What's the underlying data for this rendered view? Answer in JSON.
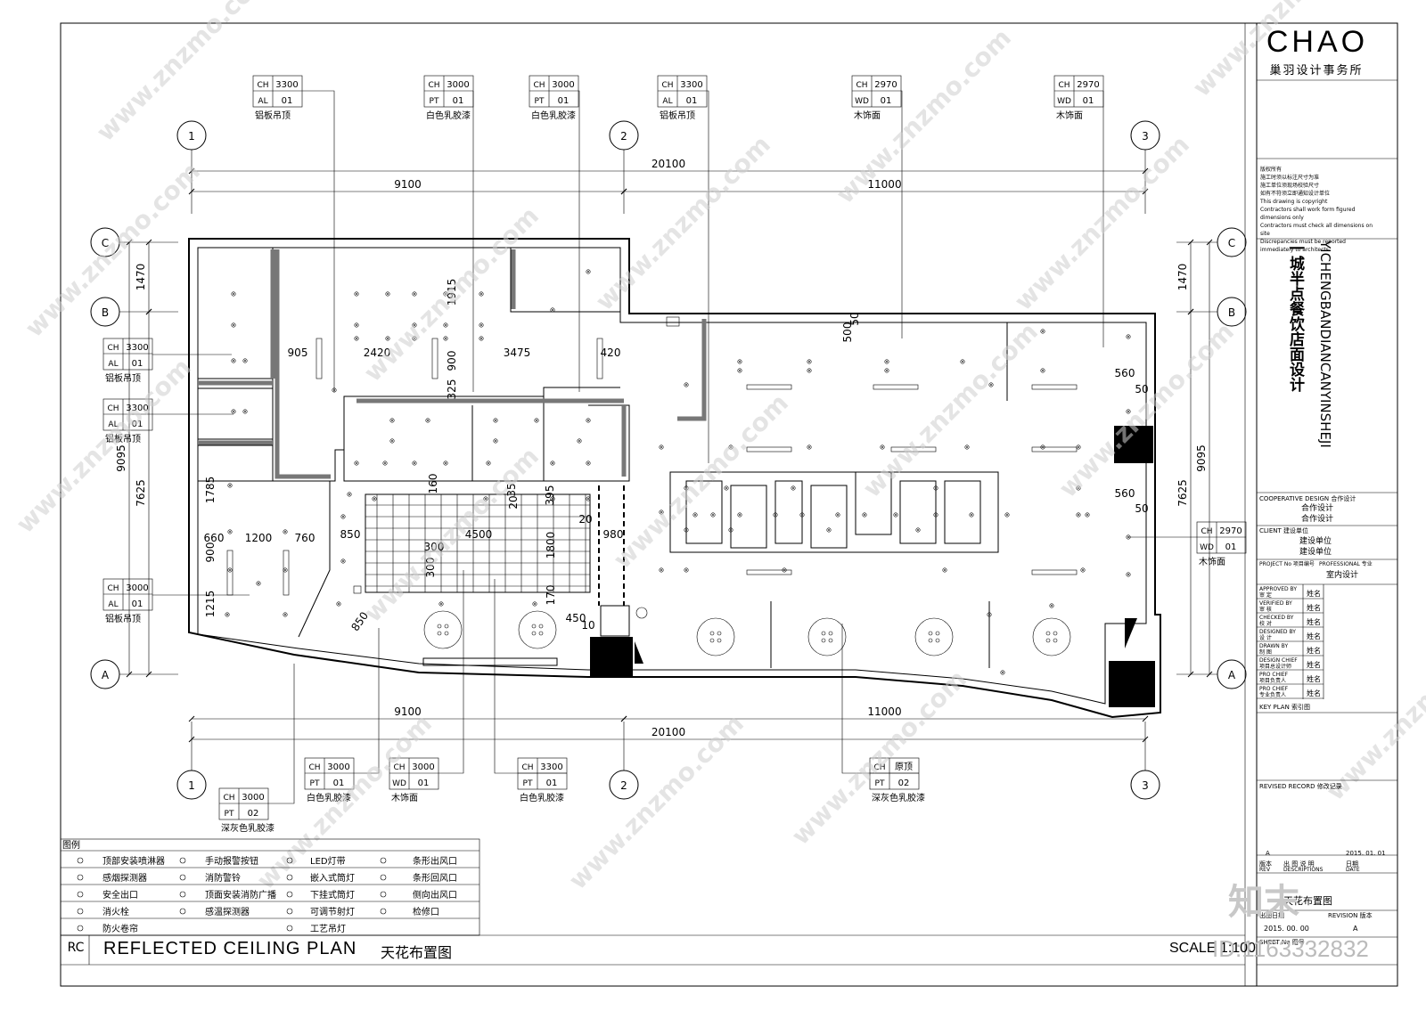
{
  "brand": {
    "name": "CHAO",
    "subtitle": "巢羽设计事务所"
  },
  "project": {
    "title_cn": "一城半点餐饮店面设计",
    "title_en": "YICHENGBANDIANCANYINSHEJI"
  },
  "notes": [
    "版权所有",
    "施工时须以标注尺寸为准",
    "施工单位须现场校验尺寸",
    "如有不符须立即通知设计单位",
    "This drawing is copyright",
    "Contractors shall work form figured dimensions only",
    "Contractors must check all dimensions on site",
    "Discrepancies must be reported immediately to architects"
  ],
  "title_block": {
    "cooperative": {
      "label": "COOPERATIVE DESIGN 合作设计",
      "v1": "合作设计",
      "v2": "合作设计"
    },
    "client": {
      "label": "CLIENT 建设单位",
      "v1": "建设单位",
      "v2": "建设单位"
    },
    "project_no": {
      "label1": "PROJECT No 项目编号",
      "label2": "PROFESSIONAL 专业",
      "value": "室内设计"
    },
    "roles": [
      {
        "en": "APPROVED BY",
        "cn": "审 定",
        "name": "姓名"
      },
      {
        "en": "VERIFIED BY",
        "cn": "审 核",
        "name": "姓名"
      },
      {
        "en": "CHECKED BY",
        "cn": "校 对",
        "name": "姓名"
      },
      {
        "en": "DESIGNED BY",
        "cn": "设 计",
        "name": "姓名"
      },
      {
        "en": "DRAWN BY",
        "cn": "制 图",
        "name": "姓名"
      },
      {
        "en": "DESIGN CHIEF",
        "cn": "项目总设计师",
        "name": "姓名"
      },
      {
        "en": "PRO CHIEF",
        "cn": "项目负责人",
        "name": "姓名"
      },
      {
        "en": "PRO CHIEF",
        "cn": "专业负责人",
        "name": "姓名"
      }
    ],
    "key_plan": "KEY PLAN 索引图",
    "revised": "REVISED RECORD 修改记录",
    "rev_value": "A",
    "rev_date": "2015. 01. 01",
    "rev_labels": [
      "版本",
      "REV",
      "出 图 说 明",
      "DESCRIPTIONS",
      "日期",
      "DATE"
    ],
    "sheet_title": "天花布置图",
    "issue_date_label": "出图日期",
    "revision_label": "REVISION 版本",
    "issue_date": "2015. 00. 00",
    "revision": "A",
    "sheet_no_label": "SHEET No 图号"
  },
  "plan": {
    "badge": "RC",
    "title_en": "REFLECTED CEILING PLAN",
    "title_cn": "天花布置图",
    "scale": "SCALE 1:100",
    "watermark": "www.znzmo.com",
    "id_text": "ID:1163332832",
    "logo_text": "知末",
    "axis_top": [
      "1",
      "2",
      "3"
    ],
    "axis_side": [
      "C",
      "B",
      "A"
    ],
    "dims_top": [
      "20100",
      "9100",
      "11000"
    ],
    "dims_bottom": [
      "9100",
      "11000",
      "20100"
    ],
    "dims_left": [
      "1470",
      "9095",
      "7625"
    ],
    "dims_right": [
      "1470",
      "9095",
      "7625"
    ],
    "inner_dims": [
      "905",
      "2420",
      "3475",
      "420",
      "1915",
      "900",
      "325",
      "500",
      "50",
      "560",
      "50",
      "560",
      "50",
      "1785",
      "660",
      "1200",
      "760",
      "900",
      "1215",
      "850",
      "4500",
      "300",
      "300",
      "1800",
      "160",
      "35",
      "20",
      "395",
      "20",
      "980",
      "170",
      "450",
      "10",
      "850"
    ],
    "tags_top": [
      {
        "r1": "CH",
        "v1": "3300",
        "r2": "AL",
        "v2": "01",
        "label": "铝板吊顶"
      },
      {
        "r1": "CH",
        "v1": "3000",
        "r2": "PT",
        "v2": "01",
        "label": "白色乳胶漆"
      },
      {
        "r1": "CH",
        "v1": "3000",
        "r2": "PT",
        "v2": "01",
        "label": "白色乳胶漆"
      },
      {
        "r1": "CH",
        "v1": "3300",
        "r2": "AL",
        "v2": "01",
        "label": "铝板吊顶"
      },
      {
        "r1": "CH",
        "v1": "2970",
        "r2": "WD",
        "v2": "01",
        "label": "木饰面"
      },
      {
        "r1": "CH",
        "v1": "2970",
        "r2": "WD",
        "v2": "01",
        "label": "木饰面"
      }
    ],
    "tags_left": [
      {
        "r1": "CH",
        "v1": "3300",
        "r2": "AL",
        "v2": "01",
        "label": "铝板吊顶"
      },
      {
        "r1": "CH",
        "v1": "3300",
        "r2": "AL",
        "v2": "01",
        "label": "铝板吊顶"
      },
      {
        "r1": "CH",
        "v1": "3000",
        "r2": "AL",
        "v2": "01",
        "label": "铝板吊顶"
      }
    ],
    "tag_right": {
      "r1": "CH",
      "v1": "2970",
      "r2": "WD",
      "v2": "01",
      "label": "木饰面"
    },
    "tags_bottom": [
      {
        "r1": "CH",
        "v1": "3000",
        "r2": "PT",
        "v2": "02",
        "label": "深灰色乳胶漆"
      },
      {
        "r1": "CH",
        "v1": "3000",
        "r2": "PT",
        "v2": "01",
        "label": "白色乳胶漆"
      },
      {
        "r1": "CH",
        "v1": "3000",
        "r2": "WD",
        "v2": "01",
        "label": "木饰面"
      },
      {
        "r1": "CH",
        "v1": "3300",
        "r2": "PT",
        "v2": "01",
        "label": "白色乳胶漆"
      },
      {
        "r1": "CH",
        "v1": "原顶",
        "r2": "PT",
        "v2": "02",
        "label": "深灰色乳胶漆"
      }
    ]
  },
  "legend": {
    "title": "图例",
    "col1": [
      "顶部安装喷淋器",
      "感烟探测器",
      "安全出口",
      "消火栓",
      "防火卷帘"
    ],
    "col2": [
      "手动报警按钮",
      "消防警铃",
      "顶面安装消防广播",
      "感温探测器"
    ],
    "col3": [
      "LED灯带",
      "嵌入式筒灯",
      "下挂式筒灯",
      "可调节射灯",
      "工艺吊灯"
    ],
    "col4": [
      "条形出风口",
      "条形回风口",
      "侧向出风口",
      "检修口"
    ]
  }
}
